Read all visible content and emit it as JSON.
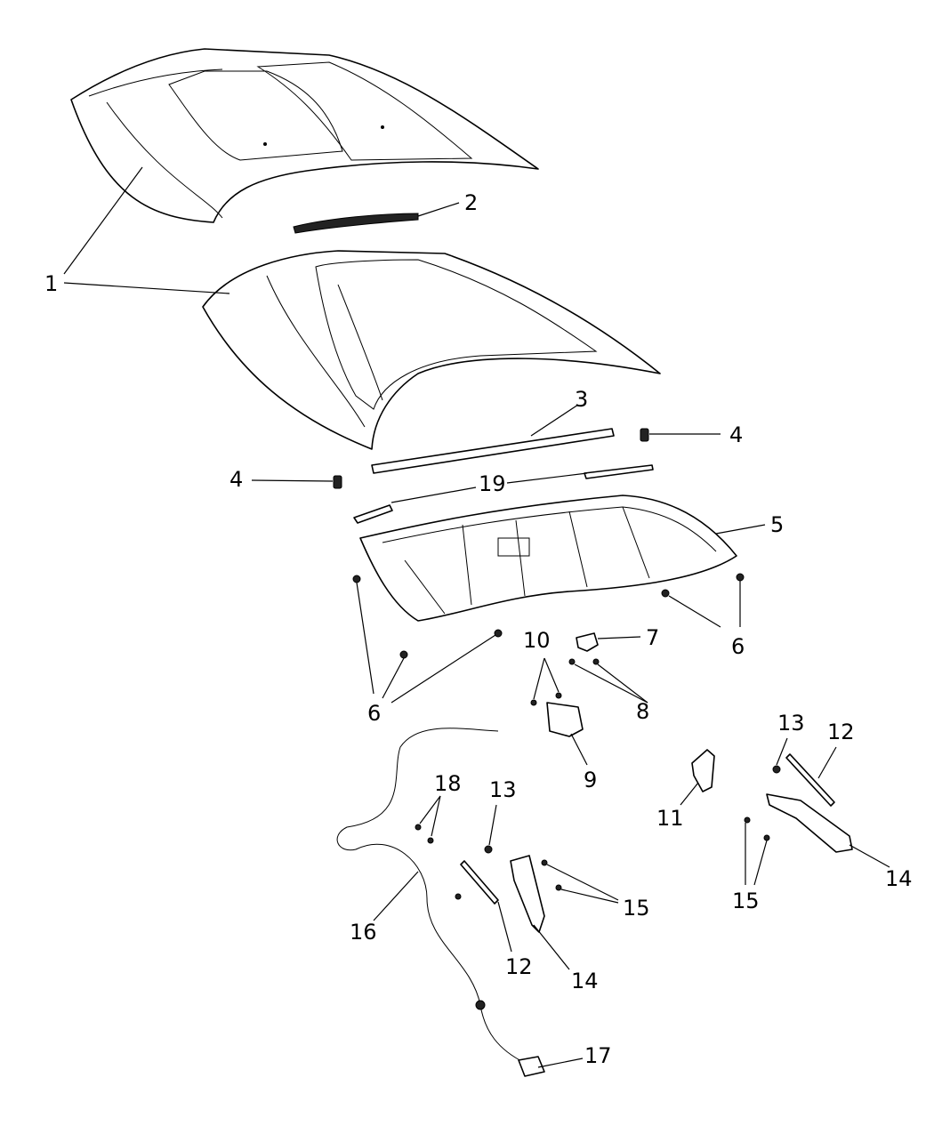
{
  "callouts": {
    "c1": "1",
    "c1b": "1",
    "c2": "2",
    "c3": "3",
    "c4a": "4",
    "c4b": "4",
    "c19": "19",
    "c5": "5",
    "c6a": "6",
    "c6b": "6",
    "c7": "7",
    "c8": "8",
    "c9": "9",
    "c10": "10",
    "c11": "11",
    "c12a": "12",
    "c12b": "12",
    "c13a": "13",
    "c13b": "13",
    "c14a": "14",
    "c14b": "14",
    "c15a": "15",
    "c15b": "15",
    "c16": "16",
    "c17": "17",
    "c18": "18"
  }
}
